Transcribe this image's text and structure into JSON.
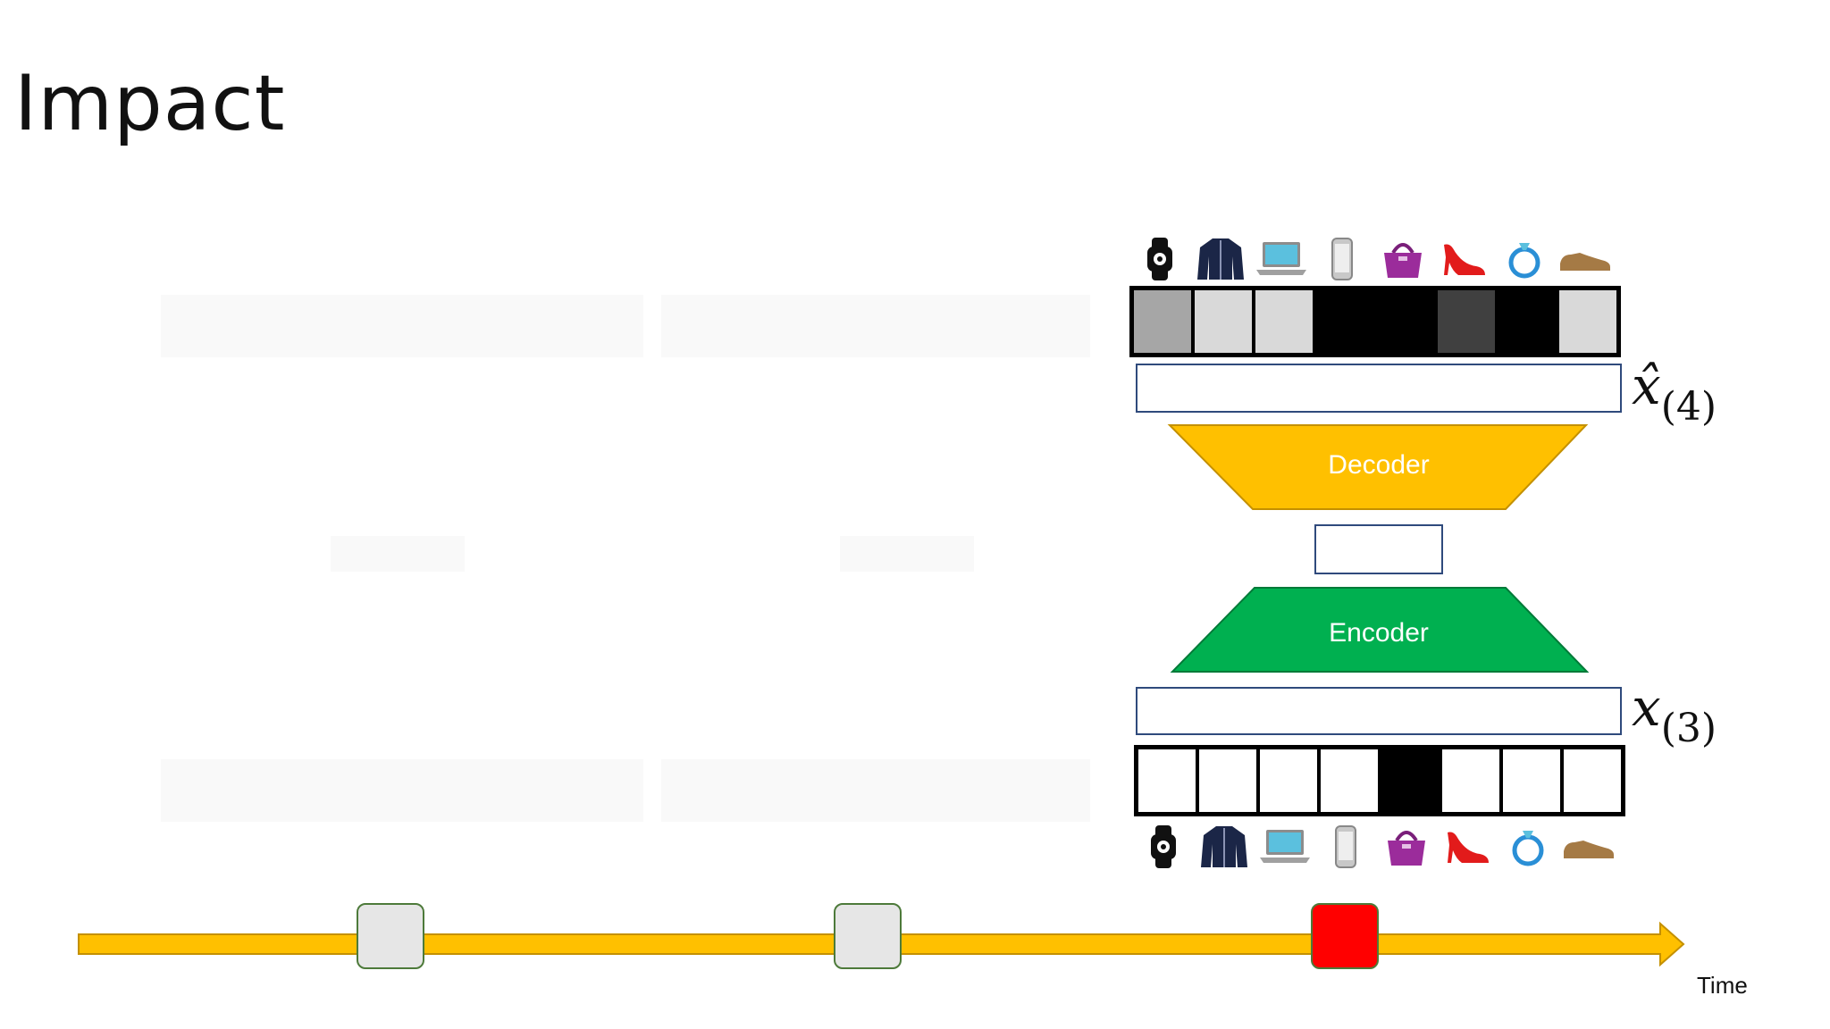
{
  "slide": {
    "title": "Impact"
  },
  "product_icons": [
    "watch-icon",
    "jacket-icon",
    "laptop-icon",
    "phone-icon",
    "handbag-icon",
    "high-heel-icon",
    "ring-icon",
    "shoe-icon"
  ],
  "diagram": {
    "decoder_label": "Decoder",
    "encoder_label": "Encoder",
    "output_label": {
      "base": "x̂",
      "sub": "(4)"
    },
    "input_label": {
      "base": "x",
      "sub": "(3)"
    },
    "output_cells": [
      "#a6a6a6",
      "#d9d9d9",
      "#d9d9d9",
      "#000000",
      "#000000",
      "#404040",
      "#000000",
      "#d9d9d9"
    ],
    "input_cells": [
      "#ffffff",
      "#ffffff",
      "#ffffff",
      "#ffffff",
      "#000000",
      "#ffffff",
      "#ffffff",
      "#ffffff"
    ],
    "decoder_color": "#ffc000",
    "encoder_color": "#00b050"
  },
  "timeline": {
    "axis_label": "Time",
    "arrow_color": "#ffc000",
    "markers": [
      {
        "state": "past",
        "color": "#e6e6e6"
      },
      {
        "state": "past",
        "color": "#e6e6e6"
      },
      {
        "state": "current",
        "color": "#ff0000"
      }
    ]
  }
}
